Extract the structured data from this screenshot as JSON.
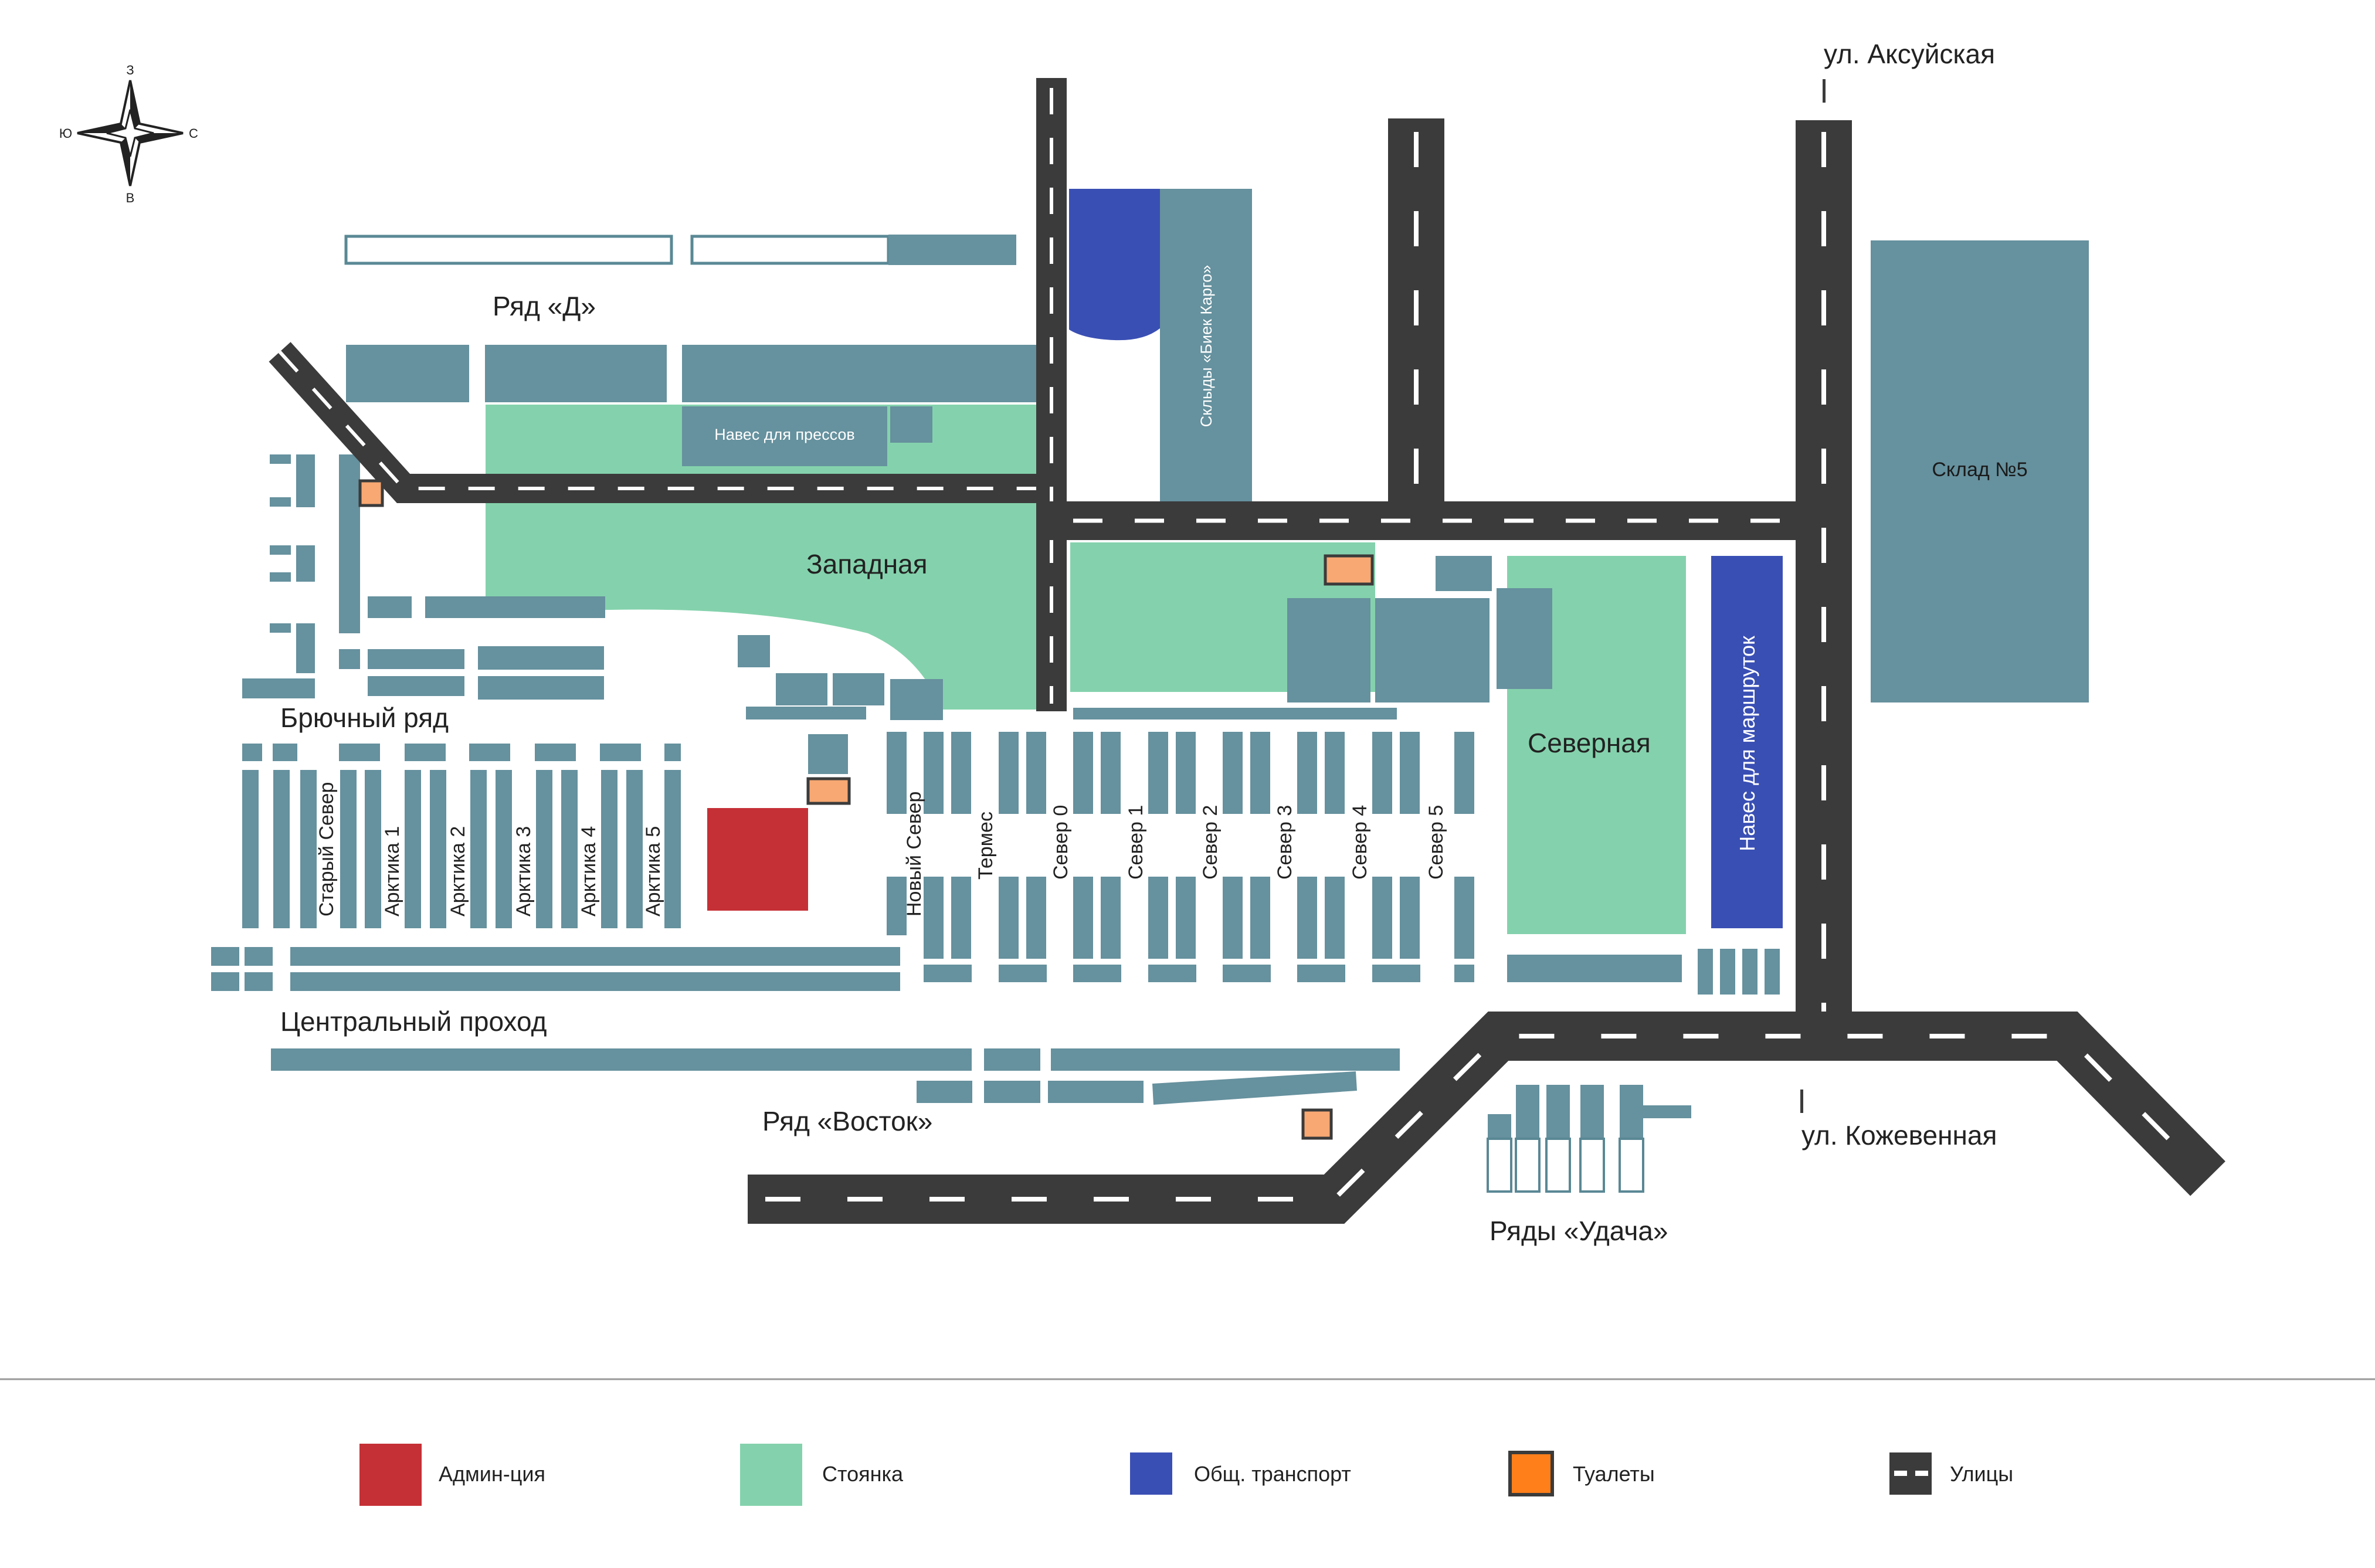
{
  "colors": {
    "building": "#66919e",
    "parking": "#84d2ad",
    "road": "#3b3b3b",
    "road_dash": "#ffffff",
    "admin": "#c53036",
    "transport": "#3a4fb4",
    "toilet_fill": "#f8a873",
    "toilet_border": "#3b3b3b",
    "legend_divider": "#9a9a9a",
    "outline": "#5a8895"
  },
  "compass": {
    "n": "З",
    "s": "В",
    "w": "Ю",
    "e": "С"
  },
  "streets": {
    "aksuyskaya": "ул. Аксуйская",
    "kozhevennaya": "ул. Кожевенная"
  },
  "rows": {
    "d": "Ряд «Д»",
    "bryuchny": "Брючный ряд",
    "central": "Центральный проход",
    "vostok": "Ряд «Восток»",
    "udacha": "Ряды «Удача»"
  },
  "areas": {
    "zapadnaya": "Западная",
    "severnaya": "Северная",
    "naves_pressov": "Навес для прессов",
    "sklady_biek": "Склыды «Биек Карго»",
    "sklad5": "Склад №5",
    "naves_marshrutok": "Навес для маршруток"
  },
  "aisles": {
    "stary_sever": "Старый Север",
    "arktika1": "Арктика 1",
    "arktika2": "Арктика 2",
    "arktika3": "Арктика 3",
    "arktika4": "Арктика 4",
    "arktika5": "Арктика 5",
    "novy_sever": "Новый Север",
    "termes": "Термес",
    "sever0": "Север 0",
    "sever1": "Север 1",
    "sever2": "Север 2",
    "sever3": "Север 3",
    "sever4": "Север 4",
    "sever5": "Север 5"
  },
  "legend": [
    {
      "label": "Админ-ция",
      "kind": "admin"
    },
    {
      "label": "Стоянка",
      "kind": "parking"
    },
    {
      "label": "Общ. транспорт",
      "kind": "transport"
    },
    {
      "label": "Туалеты",
      "kind": "toilet"
    },
    {
      "label": "Улицы",
      "kind": "street"
    }
  ]
}
